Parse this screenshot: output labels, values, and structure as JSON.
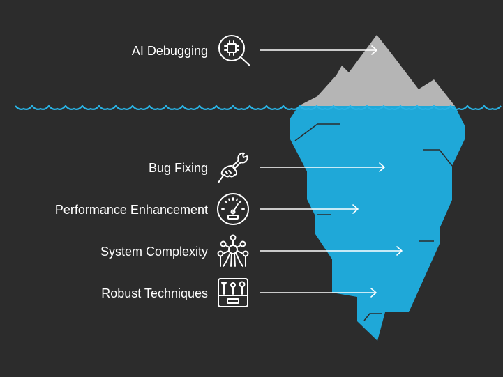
{
  "colors": {
    "background": "#2c2c2c",
    "water": "#1fa8d8",
    "water_line": "#29b4e6",
    "peak": "#b5b5b5",
    "ink": "#ffffff",
    "shadow": "#2c2c2c"
  },
  "items": [
    {
      "label": "AI Debugging",
      "icon": "chip-magnifier-icon",
      "level": "above-water"
    },
    {
      "label": "Bug Fixing",
      "icon": "hand-wrench-icon",
      "level": "below-water"
    },
    {
      "label": "Performance Enhancement",
      "icon": "speedometer-icon",
      "level": "below-water"
    },
    {
      "label": "System Complexity",
      "icon": "network-nodes-icon",
      "level": "below-water"
    },
    {
      "label": "Robust Techniques",
      "icon": "toolbox-icon",
      "level": "below-water"
    }
  ]
}
